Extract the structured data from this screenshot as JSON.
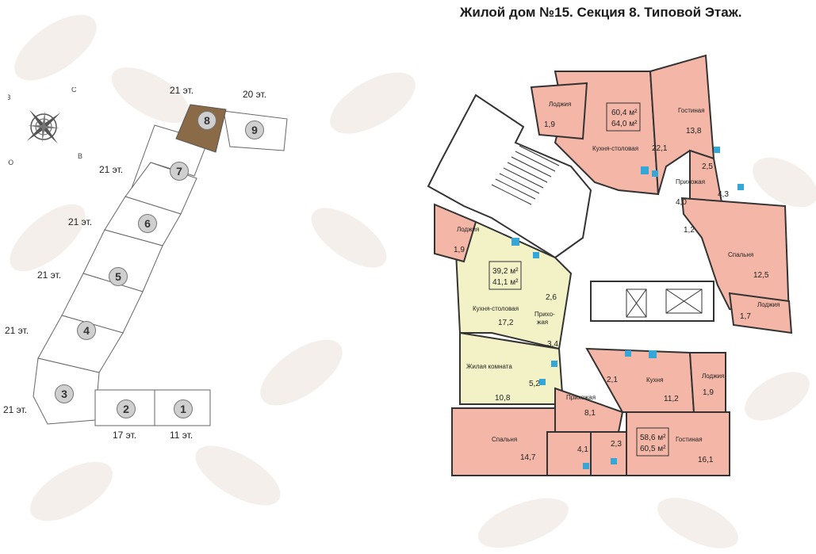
{
  "title": "Жилой дом №15. Секция 8. Типовой Этаж.",
  "colors": {
    "apartment": "#f4b7a7",
    "apartment_small": "#f3f2c7",
    "selected_section": "#8a6a47",
    "wall": "#333333",
    "background_leaf": "#f2ede7"
  },
  "compass": {
    "n": "С",
    "s": "Ю",
    "w": "З",
    "e": "В"
  },
  "sections": [
    {
      "num": "1",
      "floors": "11 эт."
    },
    {
      "num": "2",
      "floors": "17 эт."
    },
    {
      "num": "3",
      "floors": "21 эт."
    },
    {
      "num": "4",
      "floors": "21 эт."
    },
    {
      "num": "5",
      "floors": "21 эт."
    },
    {
      "num": "6",
      "floors": "21 эт."
    },
    {
      "num": "7",
      "floors": "21 эт."
    },
    {
      "num": "8",
      "floors": "21 эт.",
      "selected": true
    },
    {
      "num": "9",
      "floors": "20 эт."
    }
  ],
  "apartments": [
    {
      "id": "apt-top",
      "area_line1": "60,4 м²",
      "area_line2": "64,0 м²",
      "rooms": [
        {
          "name": "Лоджия",
          "area": "1,9"
        },
        {
          "name": "Кухня-столовая",
          "area": "22,1"
        },
        {
          "name": "Гостиная",
          "area": "13,8"
        },
        {
          "name": "",
          "area": "2,5"
        },
        {
          "name": "Прихожая",
          "area": "4,0"
        },
        {
          "name": "",
          "area": "4,3"
        },
        {
          "name": "",
          "area": "1,2"
        },
        {
          "name": "Спальня",
          "area": "12,5"
        },
        {
          "name": "Лоджия",
          "area": "1,7"
        }
      ]
    },
    {
      "id": "apt-left",
      "area_line1": "39,2 м²",
      "area_line2": "41,1 м²",
      "rooms": [
        {
          "name": "Лоджия",
          "area": "1,9"
        },
        {
          "name": "Кухня-столовая",
          "area": "17,2"
        },
        {
          "name": "",
          "area": "2,6"
        },
        {
          "name": "Прихожая",
          "area": "3,4"
        },
        {
          "name": "Жилая комната",
          "area": "10,8"
        },
        {
          "name": "",
          "area": "5,2"
        }
      ]
    },
    {
      "id": "apt-bottom",
      "area_line1": "58,6 м²",
      "area_line2": "60,5 м²",
      "rooms": [
        {
          "name": "",
          "area": "2,1"
        },
        {
          "name": "Кухня",
          "area": "11,2"
        },
        {
          "name": "Лоджия",
          "area": "1,9"
        },
        {
          "name": "Прихожая",
          "area": "8,1"
        },
        {
          "name": "Спальня",
          "area": "14,7"
        },
        {
          "name": "",
          "area": "4,1"
        },
        {
          "name": "",
          "area": "2,3"
        },
        {
          "name": "Гостиная",
          "area": "16,1"
        }
      ]
    }
  ],
  "labels": {
    "hall_split_1": "Прихо-",
    "hall_split_2": "жая"
  }
}
